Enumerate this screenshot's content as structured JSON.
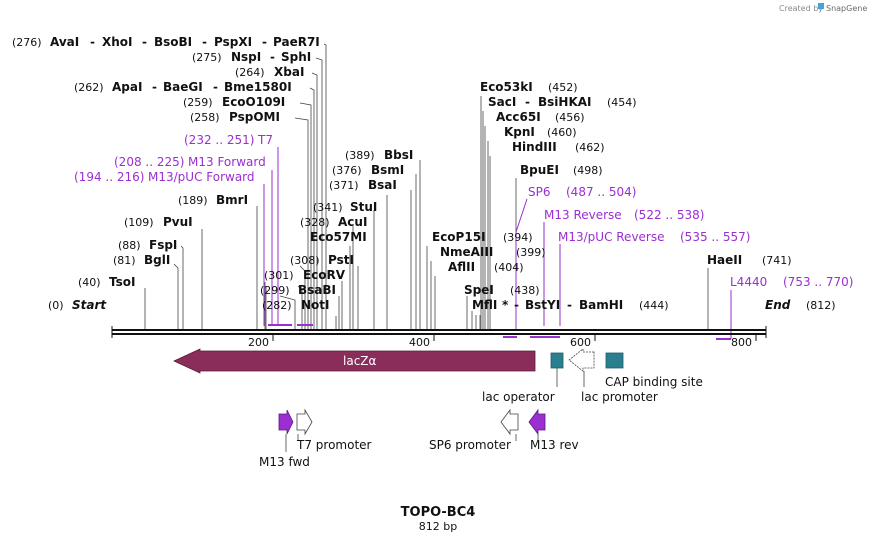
{
  "credit": "Created by",
  "brand": "SnapGene",
  "map": {
    "name": "TOPO-BC4",
    "length_label": "812 bp",
    "start_label": "Start",
    "end_label": "End",
    "start_pos": "(0)",
    "end_pos": "(812)",
    "ticks": [
      "200",
      "400",
      "600",
      "800"
    ],
    "star": "*"
  },
  "sites": [
    {
      "pos": "(276)",
      "names": [
        "AvaI",
        "XhoI",
        "BsoBI",
        "PspXI",
        "PaeR7I"
      ]
    },
    {
      "pos": "(275)",
      "names": [
        "NspI",
        "SphI"
      ]
    },
    {
      "pos": "(264)",
      "names": [
        "XbaI"
      ]
    },
    {
      "pos": "(262)",
      "names": [
        "ApaI",
        "BaeGI",
        "Bme1580I"
      ]
    },
    {
      "pos": "(259)",
      "names": [
        "EcoO109I"
      ]
    },
    {
      "pos": "(258)",
      "names": [
        "PspOMI"
      ]
    },
    {
      "pos": "(189)",
      "names": [
        "BmrI"
      ]
    },
    {
      "pos": "(109)",
      "names": [
        "PvuI"
      ]
    },
    {
      "pos": "(88)",
      "names": [
        "FspI"
      ]
    },
    {
      "pos": "(81)",
      "names": [
        "BglI"
      ]
    },
    {
      "pos": "(40)",
      "names": [
        "TsoI"
      ]
    },
    {
      "pos": "(389)",
      "names": [
        "BbsI"
      ]
    },
    {
      "pos": "(376)",
      "names": [
        "BsmI"
      ]
    },
    {
      "pos": "(371)",
      "names": [
        "BsaI"
      ]
    },
    {
      "pos": "(341)",
      "names": [
        "StuI"
      ]
    },
    {
      "pos": "(328)",
      "names": [
        "AcuI"
      ]
    },
    {
      "pos": "",
      "names": [
        "Eco57MI"
      ]
    },
    {
      "pos": "(308)",
      "names": [
        "PstI"
      ]
    },
    {
      "pos": "(301)",
      "names": [
        "EcoRV"
      ]
    },
    {
      "pos": "(299)",
      "names": [
        "BsaBI"
      ]
    },
    {
      "pos": "(282)",
      "names": [
        "NotI"
      ]
    },
    {
      "pos": "(452)",
      "names": [
        "Eco53kI"
      ]
    },
    {
      "pos": "(454)",
      "names": [
        "SacI",
        "BsiHKAI"
      ]
    },
    {
      "pos": "(456)",
      "names": [
        "Acc65I"
      ]
    },
    {
      "pos": "(460)",
      "names": [
        "KpnI"
      ]
    },
    {
      "pos": "(462)",
      "names": [
        "HindIII"
      ]
    },
    {
      "pos": "(498)",
      "names": [
        "BpuEI"
      ]
    },
    {
      "pos": "(394)",
      "names": [
        "EcoP15I"
      ]
    },
    {
      "pos": "(399)",
      "names": [
        "NmeAIII"
      ]
    },
    {
      "pos": "(404)",
      "names": [
        "AflII"
      ]
    },
    {
      "pos": "(438)",
      "names": [
        "SpeI"
      ]
    },
    {
      "pos": "(444)",
      "names": [
        "MflI",
        "BstYI",
        "BamHI"
      ]
    },
    {
      "pos": "(741)",
      "names": [
        "HaeII"
      ]
    }
  ],
  "primers": [
    {
      "name": "T7",
      "range": "(232 .. 251)"
    },
    {
      "name": "M13 Forward",
      "range": "(208 .. 225)"
    },
    {
      "name": "M13/pUC Forward",
      "range": "(194 .. 216)"
    },
    {
      "name": "SP6",
      "range": "(487 .. 504)"
    },
    {
      "name": "M13 Reverse",
      "range": "(522 .. 538)"
    },
    {
      "name": "M13/pUC Reverse",
      "range": "(535 .. 557)"
    },
    {
      "name": "L4440",
      "range": "(753 .. 770)"
    }
  ],
  "features": {
    "lacz": "lacZα",
    "lac_operator": "lac operator",
    "lac_promoter": "lac promoter",
    "cap_site": "CAP binding site",
    "t7_promoter": "T7 promoter",
    "m13_fwd": "M13 fwd",
    "sp6_promoter": "SP6 promoter",
    "m13_rev": "M13 rev"
  },
  "colors": {
    "lacz": "#8b2d5a",
    "primer": "#9b2fd1",
    "regulatory": "#2a7f8f"
  }
}
